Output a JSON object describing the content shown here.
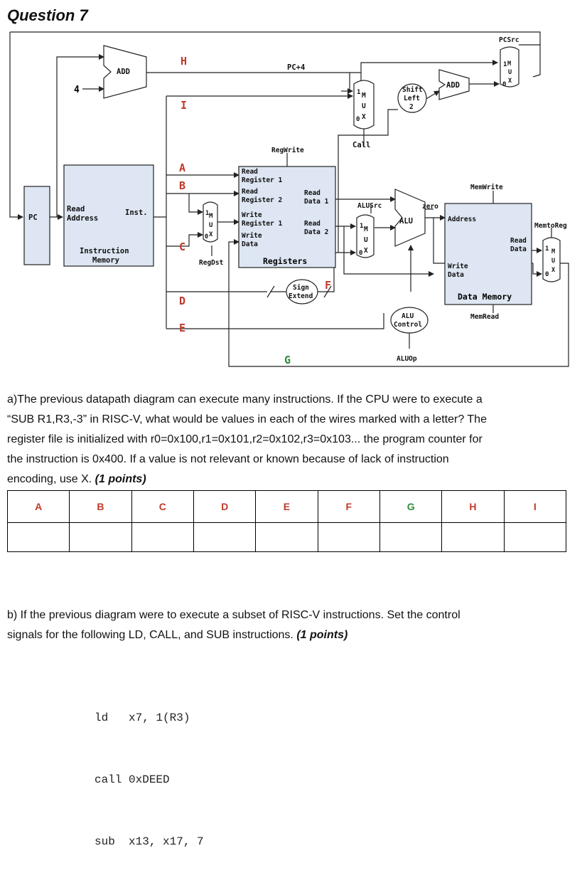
{
  "question": {
    "title": "Question 7"
  },
  "diagram": {
    "blocks": {
      "add_top": "ADD",
      "add_right": "ADD",
      "pc": "PC",
      "pcsrc": "PCSrc",
      "four": "4",
      "pc_plus4": "PC+4",
      "shift_left": [
        "Shift",
        "Left",
        "2"
      ],
      "call": "Call",
      "regwrite": "RegWrite",
      "regdst": "RegDst",
      "alusrc": "ALUSrc",
      "zero": "zero",
      "alu": "ALU",
      "memwrite": "MemWrite",
      "memread": "MemRead",
      "memtoreg": "MemtoReg",
      "aluop": "ALUOp",
      "alu_control": [
        "ALU",
        "Control"
      ],
      "sign_extend": [
        "Sign",
        "Extend"
      ],
      "inst_mem": {
        "read": "Read",
        "address": "Address",
        "inst": "Inst.",
        "name1": "Instruction",
        "name2": "Memory"
      },
      "registers": {
        "rr1": [
          "Read",
          "Register 1"
        ],
        "rr2": [
          "Read",
          "Register 2"
        ],
        "wr": [
          "Write",
          "Register 1"
        ],
        "wd": [
          "Write",
          "Data"
        ],
        "rd1": [
          "Read",
          "Data 1"
        ],
        "rd2": [
          "Read",
          "Data 2"
        ],
        "name": "Registers"
      },
      "data_mem": {
        "address": "Address",
        "read_data": [
          "Read",
          "Data"
        ],
        "write_data": [
          "Write",
          "Data"
        ],
        "name": "Data Memory"
      },
      "mux": {
        "m": "M",
        "u": "U",
        "x": "X",
        "one": "1",
        "zero": "0"
      }
    },
    "wire_letters": {
      "A": "A",
      "B": "B",
      "C": "C",
      "D": "D",
      "E": "E",
      "F": "F",
      "G": "G",
      "H": "H",
      "I": "I"
    },
    "colors": {
      "block_fill": "#dde6f2",
      "wire": "#222222",
      "letter_red": "#c0392b",
      "letter_green": "#2e8b3d"
    }
  },
  "part_a": {
    "lines": [
      "a)The previous datapath diagram can execute many instructions. If the CPU were to execute a",
      "“SUB R1,R3,-3” in RISC-V, what would be values in each of the wires marked with a letter? The",
      "register file is initialized with r0=0x100,r1=0x101,r2=0x102,r3=0x103... the program counter for",
      "the instruction is 0x400. If a value is not relevant or known because of lack of instruction"
    ],
    "last_line": "encoding, use X.",
    "points": "(1 points)",
    "table_headers": [
      "A",
      "B",
      "C",
      "D",
      "E",
      "F",
      "G",
      "H",
      "I"
    ]
  },
  "part_b": {
    "lines": [
      "b) If the previous diagram were to execute a subset of  RISC-V instructions. Set the control",
      "signals for the following LD, CALL, and SUB instructions."
    ],
    "points": "(1 points)",
    "code": [
      "ld   x7, 1(R3)",
      "call 0xDEED",
      "sub  x13, x17, 7"
    ]
  }
}
